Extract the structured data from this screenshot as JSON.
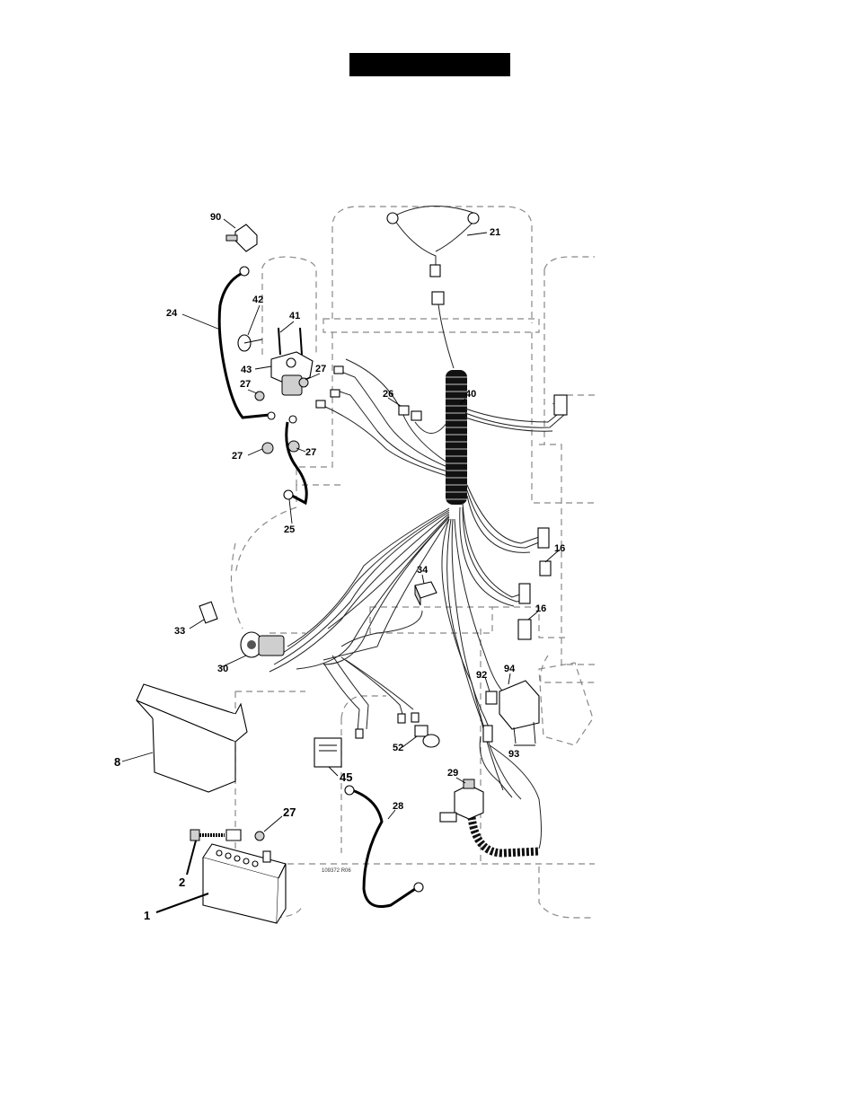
{
  "header": {
    "title": ""
  },
  "drawing_code": "109372 R06",
  "callouts": {
    "c90": "90",
    "c21": "21",
    "c24": "24",
    "c42": "42",
    "c41": "41",
    "c43": "43",
    "c27a": "27",
    "c27b": "27",
    "c27c": "27",
    "c27d": "27",
    "c27e": "27",
    "c26": "26",
    "c40": "40",
    "c25": "25",
    "c16a": "16",
    "c16b": "16",
    "c34": "34",
    "c33": "33",
    "c30": "30",
    "c92": "92",
    "c94": "94",
    "c93": "93",
    "c8": "8",
    "c52": "52",
    "c45": "45",
    "c29": "29",
    "c28": "28",
    "c2": "2",
    "c1": "1"
  }
}
